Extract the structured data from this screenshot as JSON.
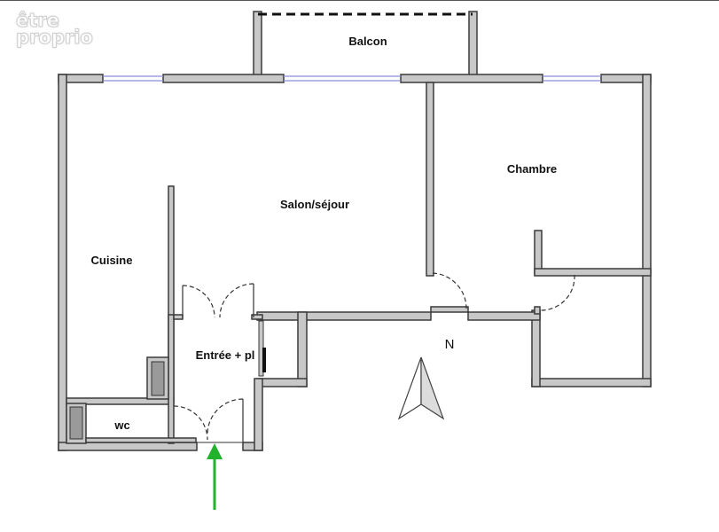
{
  "logo": {
    "line1": "être",
    "line2": "proprio"
  },
  "rooms": {
    "balcon": "Balcon",
    "salon": "Salon/séjour",
    "chambre": "Chambre",
    "cuisine": "Cuisine",
    "entree": "Entrée + pl",
    "wc": "wc"
  },
  "compass": {
    "label": "N"
  },
  "colors": {
    "arrow": "#22b22c",
    "wall_fill": "#c8c8c8",
    "wall_stroke": "#3a3a3a",
    "window": "#8a8fd6"
  },
  "icons": {
    "entrance": "entrance-arrow-icon",
    "north": "north-compass-icon"
  }
}
